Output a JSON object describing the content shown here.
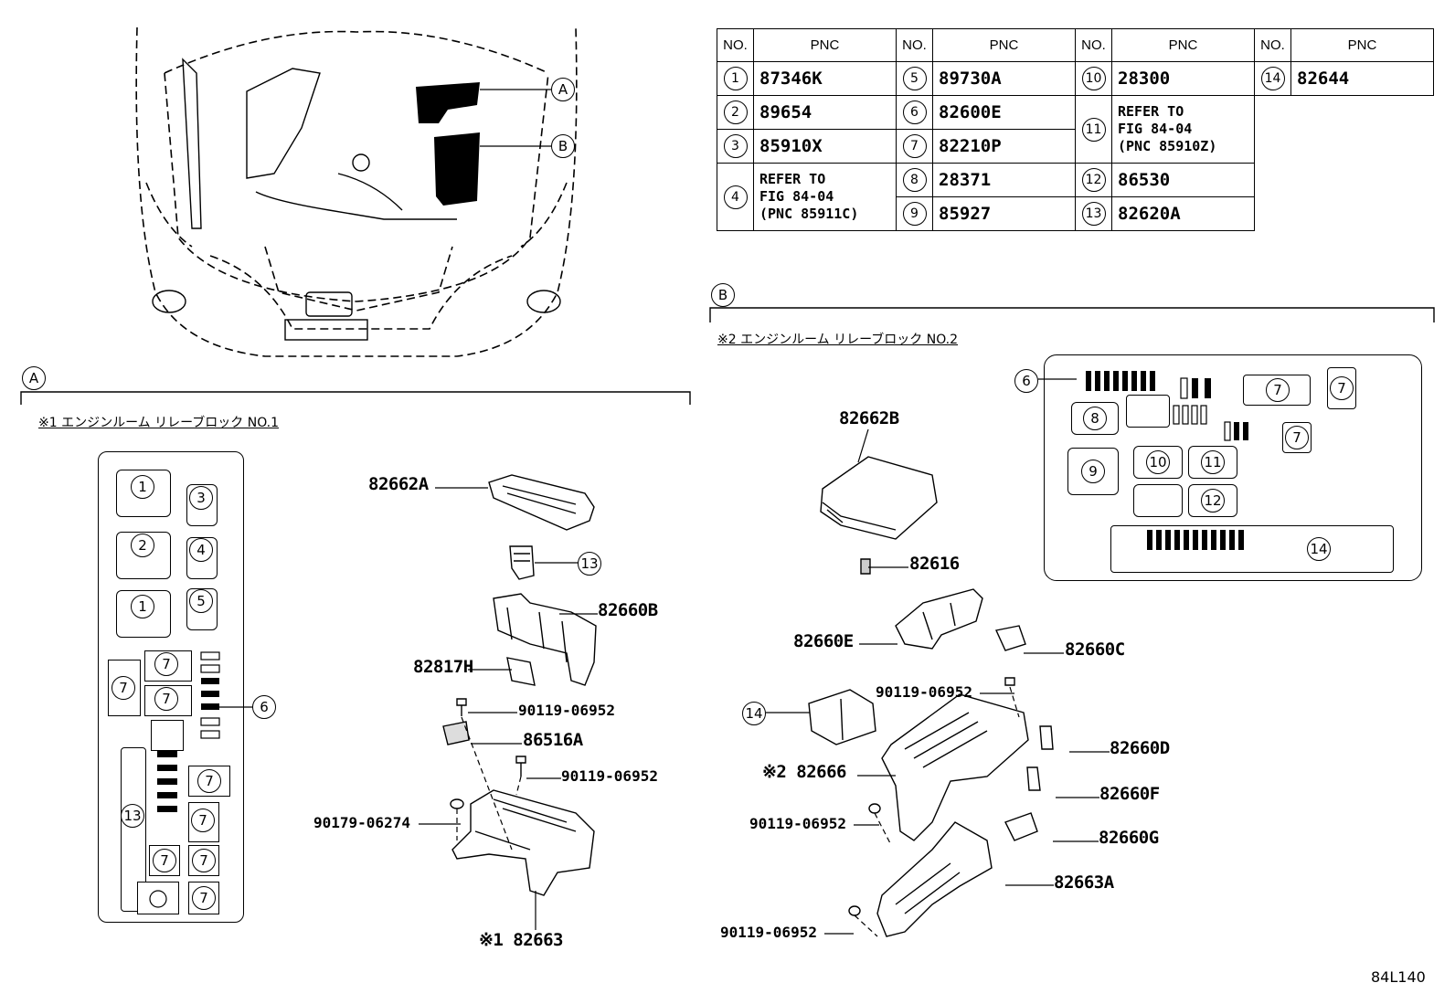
{
  "pnc_table": {
    "headers": {
      "no": "NO.",
      "pnc": "PNC"
    },
    "rows": [
      {
        "no": "1",
        "pnc": "87346K"
      },
      {
        "no": "2",
        "pnc": "89654"
      },
      {
        "no": "3",
        "pnc": "85910X"
      },
      {
        "no": "4",
        "pnc": "REFER TO\nFIG 84-04\n(PNC 85911C)"
      },
      {
        "no": "5",
        "pnc": "89730A"
      },
      {
        "no": "6",
        "pnc": "82600E"
      },
      {
        "no": "7",
        "pnc": "82210P"
      },
      {
        "no": "8",
        "pnc": "28371"
      },
      {
        "no": "9",
        "pnc": "85927"
      },
      {
        "no": "10",
        "pnc": "28300"
      },
      {
        "no": "11",
        "pnc": "REFER TO\nFIG 84-04\n(PNC 85910Z)"
      },
      {
        "no": "12",
        "pnc": "86530"
      },
      {
        "no": "13",
        "pnc": "82620A"
      },
      {
        "no": "14",
        "pnc": "82644"
      }
    ]
  },
  "overview": {
    "callout_a": "A",
    "callout_b": "B"
  },
  "section_a": {
    "marker": "A",
    "title": "※1 エンジンルーム リレーブロック NO.1",
    "layout_circles": [
      "1",
      "3",
      "2",
      "4",
      "1",
      "5",
      "7",
      "7",
      "7",
      "6",
      "7",
      "13",
      "7",
      "7",
      "7",
      "7"
    ],
    "parts": {
      "cover": "82662A",
      "item13": "13",
      "bracket_b": "82660B",
      "holder": "82817H",
      "bolt1": "90119-06952",
      "clip": "86516A",
      "bolt2": "90119-06952",
      "nut": "90179-06274",
      "block": "※1 82663"
    }
  },
  "section_b": {
    "marker": "B",
    "title": "※2 エンジンルーム リレーブロック NO.2",
    "parts": {
      "cover": "82662B",
      "fuse_puller": "82616",
      "bracket_e": "82660E",
      "bracket_c": "82660C",
      "bolt1": "90119-06952",
      "item14": "14",
      "bracket_d": "82660D",
      "block": "※2 82666",
      "bracket_f": "82660F",
      "bolt2": "90119-06952",
      "bracket_g": "82660G",
      "lower": "82663A",
      "bolt3": "90119-06952"
    }
  },
  "figure_code": "84L140"
}
